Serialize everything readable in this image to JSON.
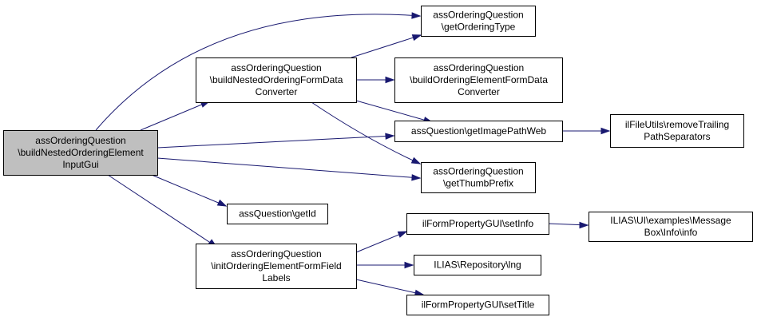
{
  "colors": {
    "root_fill": "#bfbfbf",
    "node_fill": "#ffffff",
    "edge": "#191970"
  },
  "nodes": {
    "root": {
      "lines": [
        "assOrderingQuestion",
        "\\buildNestedOrderingElement",
        "InputGui"
      ],
      "current": true
    },
    "buildNested": {
      "lines": [
        "assOrderingQuestion",
        "\\buildNestedOrderingFormData",
        "Converter"
      ]
    },
    "initOrdering": {
      "lines": [
        "assOrderingQuestion",
        "\\initOrderingElementFormField",
        "Labels"
      ]
    },
    "getOrderingType": {
      "lines": [
        "assOrderingQuestion",
        "\\getOrderingType"
      ]
    },
    "buildOrderingElement": {
      "lines": [
        "assOrderingQuestion",
        "\\buildOrderingElementFormData",
        "Converter"
      ]
    },
    "getImagePathWeb": {
      "lines": [
        "assQuestion\\getImagePathWeb"
      ]
    },
    "getThumbPrefix": {
      "lines": [
        "assOrderingQuestion",
        "\\getThumbPrefix"
      ]
    },
    "getId": {
      "lines": [
        "assQuestion\\getId"
      ]
    },
    "removeTrailing": {
      "lines": [
        "ilFileUtils\\removeTrailing",
        "PathSeparators"
      ]
    },
    "setInfo": {
      "lines": [
        "ilFormPropertyGUI\\setInfo"
      ]
    },
    "lng": {
      "lines": [
        "ILIAS\\Repository\\lng"
      ]
    },
    "setTitle": {
      "lines": [
        "ilFormPropertyGUI\\setTitle"
      ]
    },
    "messageBoxInfo": {
      "lines": [
        "ILIAS\\UI\\examples\\Message",
        "Box\\Info\\info"
      ]
    }
  },
  "edges": [
    [
      "root",
      "getOrderingType"
    ],
    [
      "root",
      "buildNested"
    ],
    [
      "root",
      "getImagePathWeb"
    ],
    [
      "root",
      "getThumbPrefix"
    ],
    [
      "root",
      "getId"
    ],
    [
      "root",
      "initOrdering"
    ],
    [
      "buildNested",
      "getOrderingType"
    ],
    [
      "buildNested",
      "buildOrderingElement"
    ],
    [
      "buildNested",
      "getImagePathWeb"
    ],
    [
      "buildNested",
      "getThumbPrefix"
    ],
    [
      "getImagePathWeb",
      "removeTrailing"
    ],
    [
      "initOrdering",
      "setInfo"
    ],
    [
      "initOrdering",
      "lng"
    ],
    [
      "initOrdering",
      "setTitle"
    ],
    [
      "setInfo",
      "messageBoxInfo"
    ]
  ]
}
